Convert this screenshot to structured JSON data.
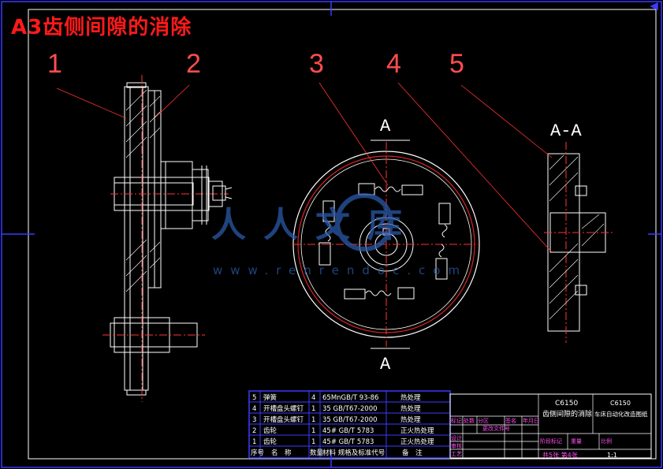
{
  "title": "A3齿侧间隙的消除",
  "callouts": [
    "1",
    "2",
    "3",
    "4",
    "5"
  ],
  "section_marks": {
    "cut_label": "A",
    "view_label": "A-A"
  },
  "watermark": {
    "text": "人人文库",
    "url": "www.renrendoc.com"
  },
  "bom": {
    "rows": [
      {
        "no": "5",
        "name": "弹簧",
        "qty": "4",
        "material": "65MnGB/T 93-86",
        "note": "热处理"
      },
      {
        "no": "4",
        "name": "开槽盘头螺钉",
        "qty": "1",
        "material": "35  GB/T67-2000",
        "note": "热处理"
      },
      {
        "no": "3",
        "name": "开槽盘头螺钉",
        "qty": "1",
        "material": "35  GB/T67-2000",
        "note": "热处理"
      },
      {
        "no": "2",
        "name": "齿轮",
        "qty": "1",
        "material": "45#  GB/T 5783",
        "note": "正火热处理"
      },
      {
        "no": "1",
        "name": "齿轮",
        "qty": "1",
        "material": "45#  GB/T 5783",
        "note": "正火热处理"
      }
    ],
    "header": {
      "no": "序号",
      "name": "名　称",
      "qty": "数量",
      "material": "材料  规格及标准代号",
      "note": "备　注"
    }
  },
  "title_block": {
    "drawing_code": "C6150",
    "drawing_name": "齿侧间隙的消除",
    "project_code": "C6150",
    "project_name": "车床自动化改造图纸",
    "scale_label": "比例",
    "scale": "1:1",
    "sheet_text": "共5张 第4张",
    "row_labels": [
      "标记",
      "处数",
      "分区",
      "更改文件号",
      "签名",
      "年月日"
    ],
    "role_labels": [
      "设计",
      "审核",
      "工艺"
    ],
    "stage_labels": [
      "阶段标记",
      "重量",
      "比例"
    ]
  },
  "colors": {
    "line": "#ffffff",
    "dim": "#ff3333",
    "frame": "#3b3bff",
    "bom_frame": "#3b3bff",
    "callout": "#ff4d4d",
    "watermark": "#2a5aa8",
    "section": "#cc2222"
  }
}
